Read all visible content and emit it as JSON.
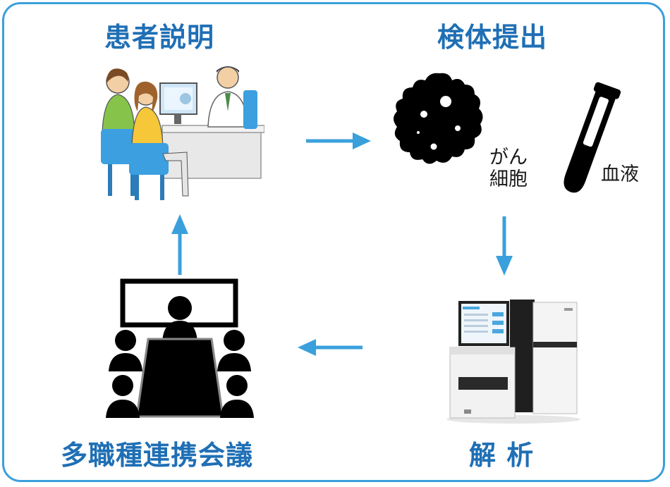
{
  "steps": {
    "patient_explanation": "患者説明",
    "specimen_submission": "検体提出",
    "analysis": "解 析",
    "conference": "多職種連携会議"
  },
  "specimens": {
    "cancer_cells_line1": "がん",
    "cancer_cells_line2": "細胞",
    "blood": "血液"
  },
  "colors": {
    "accent": "#1f6fb5",
    "frame": "#3aa0dc",
    "arrow": "#3aa0dc"
  },
  "icons": [
    "doctor-consultation-illustration",
    "cancer-cell-icon",
    "blood-tube-icon",
    "sequencer-machine-illustration",
    "meeting-room-icon"
  ]
}
